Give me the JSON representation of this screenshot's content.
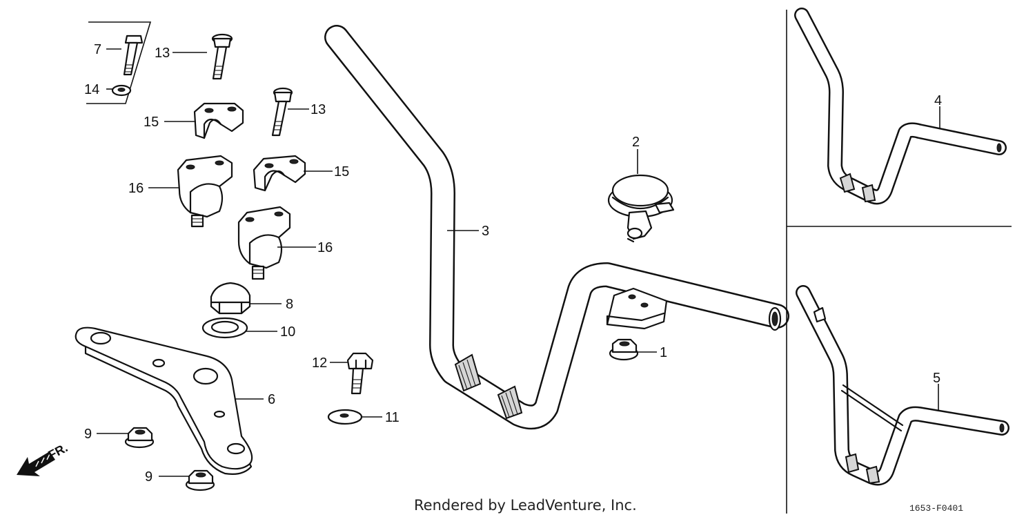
{
  "callouts": {
    "c1": "1",
    "c2": "2",
    "c3": "3",
    "c4": "4",
    "c5": "5",
    "c6": "6",
    "c7": "7",
    "c8": "8",
    "c9a": "9",
    "c9b": "9",
    "c10": "10",
    "c11": "11",
    "c12": "12",
    "c13a": "13",
    "c13b": "13",
    "c14": "14",
    "c15a": "15",
    "c15b": "15",
    "c16a": "16",
    "c16b": "16"
  },
  "direction_label": "FR.",
  "credit": "Rendered by LeadVenture, Inc.",
  "diagram_code": "1653-F0401"
}
